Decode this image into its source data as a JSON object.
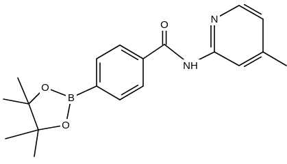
{
  "structure": {
    "atoms": [
      {
        "id": "O1",
        "label": "O"
      },
      {
        "id": "O2",
        "label": "O"
      },
      {
        "id": "B",
        "label": "B"
      },
      {
        "id": "O3",
        "label": "O"
      },
      {
        "id": "N1",
        "label": "N"
      },
      {
        "id": "NH",
        "label": "NH"
      }
    ]
  }
}
